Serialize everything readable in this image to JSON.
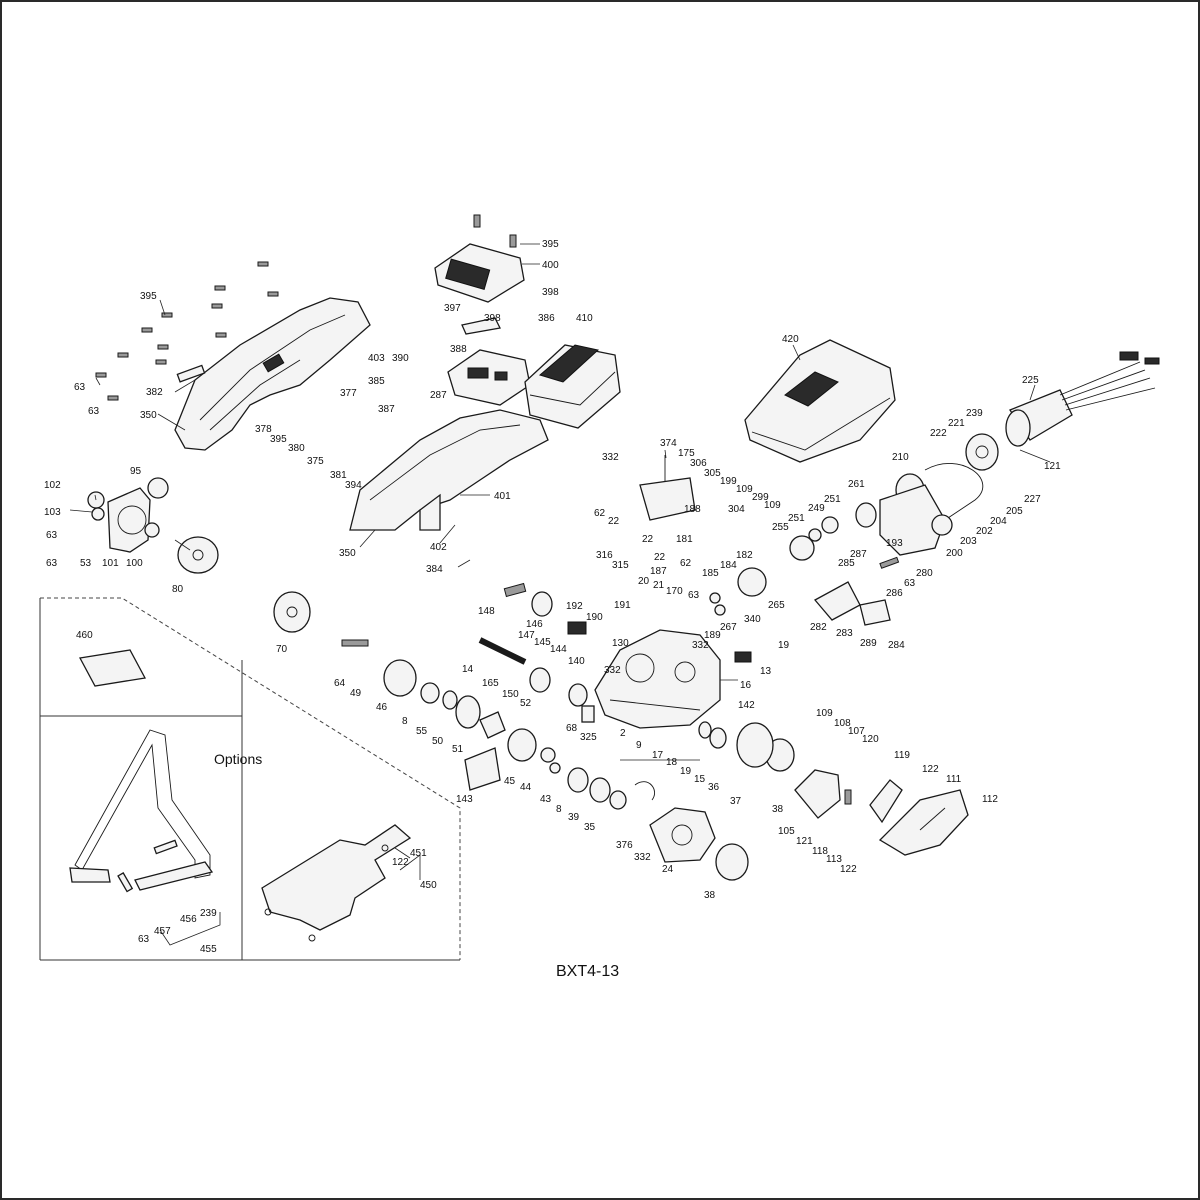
{
  "figure_id": "BXT4-13",
  "options_label": "Options",
  "callouts": {
    "c395a": "395",
    "c400": "400",
    "c398a": "398",
    "c397": "397",
    "c398b": "398",
    "c386": "386",
    "c410": "410",
    "c388": "388",
    "c287a": "287",
    "c420": "420",
    "c225": "225",
    "c395b": "395",
    "c63a": "63",
    "c63b": "63",
    "c382": "382",
    "c350a": "350",
    "c403": "403",
    "c390": "390",
    "c385": "385",
    "c377": "377",
    "c378": "378",
    "c395c": "395",
    "c380": "380",
    "c375": "375",
    "c387": "387",
    "c381": "381",
    "c394": "394",
    "c401": "401",
    "c350b": "350",
    "c402": "402",
    "c384": "384",
    "c102": "102",
    "c95": "95",
    "c103": "103",
    "c63c": "63",
    "c63d": "63",
    "c53": "53",
    "c101": "101",
    "c100": "100",
    "c80": "80",
    "c70": "70",
    "c332a": "332",
    "c374": "374",
    "c175": "175",
    "c306": "306",
    "c305": "305",
    "c199": "199",
    "c109a": "109",
    "c299": "299",
    "c109b": "109",
    "c62a": "62",
    "c22a": "22",
    "c188": "188",
    "c22b": "22",
    "c181": "181",
    "c304": "304",
    "c182": "182",
    "c184": "184",
    "c185": "185",
    "c239a": "239",
    "c221": "221",
    "c222": "222",
    "c121a": "121",
    "c227": "227",
    "c205": "205",
    "c204": "204",
    "c210": "210",
    "c261": "261",
    "c251a": "251",
    "c249": "249",
    "c251b": "251",
    "c255": "255",
    "c202": "202",
    "c203": "203",
    "c200": "200",
    "c193": "193",
    "c287b": "287",
    "c285": "285",
    "c63e": "63",
    "c280": "280",
    "c286": "286",
    "c282": "282",
    "c283": "283",
    "c289": "289",
    "c284": "284",
    "c316": "316",
    "c315": "315",
    "c20": "20",
    "c21": "21",
    "c170": "170",
    "c63f": "63",
    "c187": "187",
    "c62b": "62",
    "c22c": "22",
    "c265": "265",
    "c267": "267",
    "c148": "148",
    "c146": "146",
    "c147": "147",
    "c145": "145",
    "c192": "192",
    "c191": "191",
    "c190": "190",
    "c144": "144",
    "c130": "130",
    "c189": "189",
    "c332b": "332",
    "c340": "340",
    "c19a": "19",
    "c140": "140",
    "c332c": "332",
    "c13": "13",
    "c14": "14",
    "c165": "165",
    "c150": "150",
    "c16": "16",
    "c64": "64",
    "c49": "49",
    "c46": "46",
    "c8a": "8",
    "c55": "55",
    "c50": "50",
    "c52": "52",
    "c68": "68",
    "c325": "325",
    "c142": "142",
    "c2": "2",
    "c9": "9",
    "c17": "17",
    "c18": "18",
    "c19b": "19",
    "c15": "15",
    "c36": "36",
    "c37": "37",
    "c38a": "38",
    "c51": "51",
    "c45": "45",
    "c44": "44",
    "c43": "43",
    "c8b": "8",
    "c39": "39",
    "c35": "35",
    "c143": "143",
    "c376": "376",
    "c332d": "332",
    "c24": "24",
    "c38b": "38",
    "c109c": "109",
    "c108": "108",
    "c107": "107",
    "c120": "120",
    "c119": "119",
    "c122a": "122",
    "c111": "111",
    "c112": "112",
    "c105": "105",
    "c121b": "121",
    "c118": "118",
    "c113": "113",
    "c122b": "122",
    "c460": "460",
    "c122c": "122",
    "c451": "451",
    "c450": "450",
    "c63g": "63",
    "c457": "457",
    "c456": "456",
    "c239b": "239",
    "c455": "455"
  }
}
